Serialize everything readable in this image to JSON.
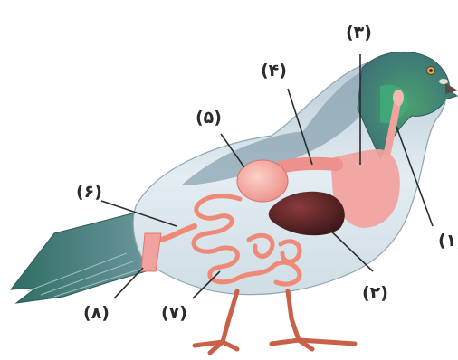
{
  "diagram": {
    "labels": [
      {
        "id": "1",
        "text": "(۱)"
      },
      {
        "id": "2",
        "text": "(۲)"
      },
      {
        "id": "3",
        "text": "(۳)"
      },
      {
        "id": "4",
        "text": "(۴)"
      },
      {
        "id": "5",
        "text": "(۵)"
      },
      {
        "id": "6",
        "text": "(۶)"
      },
      {
        "id": "7",
        "text": "(۷)"
      },
      {
        "id": "8",
        "text": "(۸)"
      }
    ]
  },
  "colors": {
    "body": "#dfe9ef",
    "wing": "#7f9aa8",
    "neck_green": "#3f8f6e",
    "head": "#6f8a94",
    "organ_pink": "#f2a29e",
    "intestine": "#f08a78",
    "liver": "#5a2426",
    "legs": "#c9604a"
  }
}
